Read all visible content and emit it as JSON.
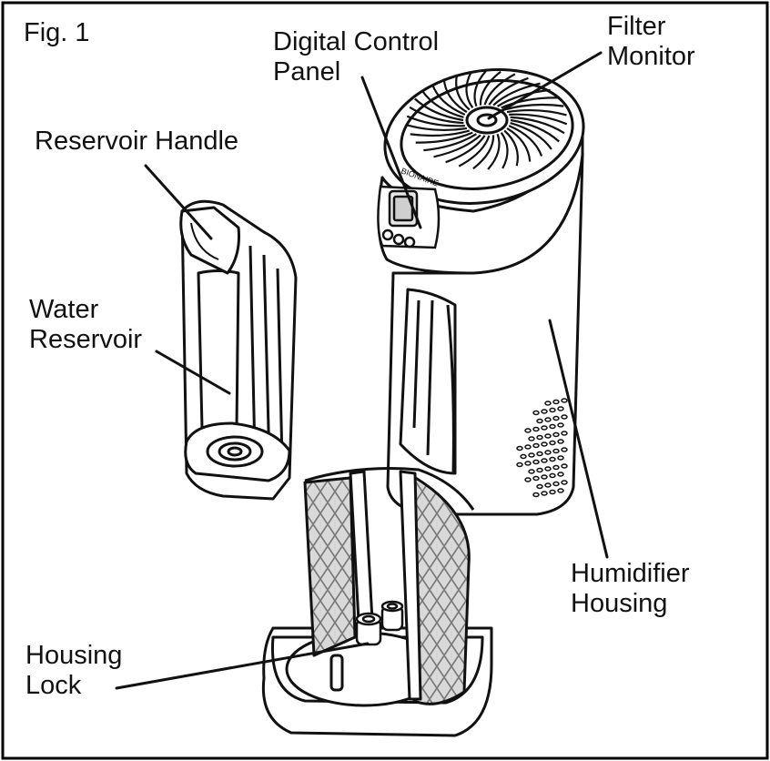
{
  "figure": {
    "title": "Fig. 1",
    "border_color": "#000000",
    "line_color": "#111111",
    "texture_color": "#888888"
  },
  "labels": {
    "digital_control_panel": {
      "line1": "Digital Control",
      "line2": "Panel"
    },
    "filter_monitor": {
      "line1": "Filter",
      "line2": "Monitor"
    },
    "reservoir_handle": {
      "line1": "Reservoir Handle"
    },
    "water_reservoir": {
      "line1": "Water",
      "line2": "Reservoir"
    },
    "humidifier_housing": {
      "line1": "Humidifier",
      "line2": "Housing"
    },
    "housing_lock": {
      "line1": "Housing",
      "line2": "Lock"
    }
  },
  "brand_mark": "BIONAIRE",
  "icons": {
    "fan-grille": "fan-grille-icon",
    "control-buttons": "button-icon"
  }
}
